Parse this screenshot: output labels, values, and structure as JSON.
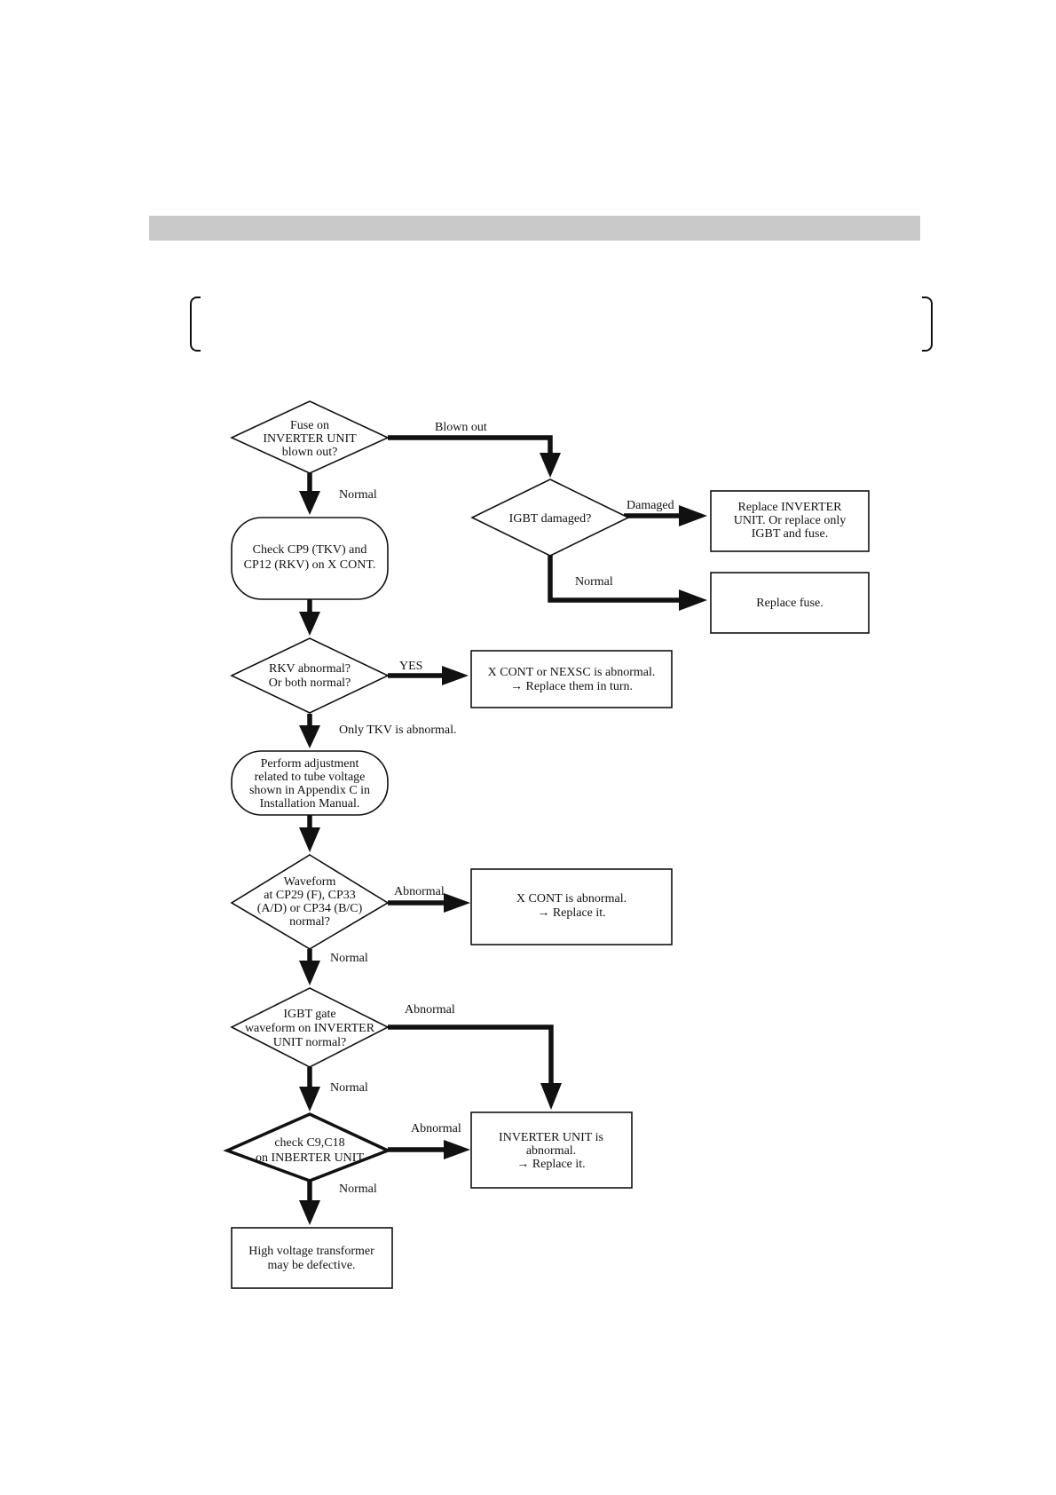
{
  "nodes": {
    "fuse": [
      "Fuse on",
      "INVERTER UNIT",
      "blown out?"
    ],
    "igbt_damaged": [
      "IGBT damaged?"
    ],
    "replace_inverter": [
      "Replace INVERTER",
      "UNIT.  Or replace only",
      "IGBT and fuse."
    ],
    "replace_fuse": [
      "Replace fuse."
    ],
    "check_cp9": [
      "Check CP9 (TKV) and",
      "CP12 (RKV) on X CONT."
    ],
    "rkv": [
      "RKV abnormal?",
      "Or both normal?"
    ],
    "xcont_nexsc": [
      "X CONT or NEXSC is abnormal.",
      "→ Replace them in turn."
    ],
    "adjust": [
      "Perform adjustment",
      "related to tube voltage",
      "shown in Appendix C in",
      "Installation Manual."
    ],
    "waveform": [
      "Waveform",
      "at CP29 (F), CP33",
      "(A/D) or CP34 (B/C)",
      "normal?"
    ],
    "xcont": [
      "X CONT is abnormal.",
      "→ Replace it."
    ],
    "igbt_gate": [
      "IGBT gate",
      "waveform on INVERTER",
      "UNIT normal?"
    ],
    "check_c9": [
      "check C9,C18",
      "on INBERTER UNIT"
    ],
    "inverter_abnormal": [
      "INVERTER UNIT is",
      "abnormal.",
      "→ Replace it."
    ],
    "hv_transformer": [
      "High voltage transformer",
      "may be defective."
    ]
  },
  "edges": {
    "blown_out": "Blown out",
    "normal_1": "Normal",
    "damaged": "Damaged",
    "normal_2": "Normal",
    "yes": "YES",
    "only_tkv": "Only TKV is abnormal.",
    "abnormal_1": "Abnormal",
    "normal_3": "Normal",
    "abnormal_2": "Abnormal",
    "normal_4": "Normal",
    "abnormal_3": "Abnormal",
    "normal_5": "Normal"
  }
}
